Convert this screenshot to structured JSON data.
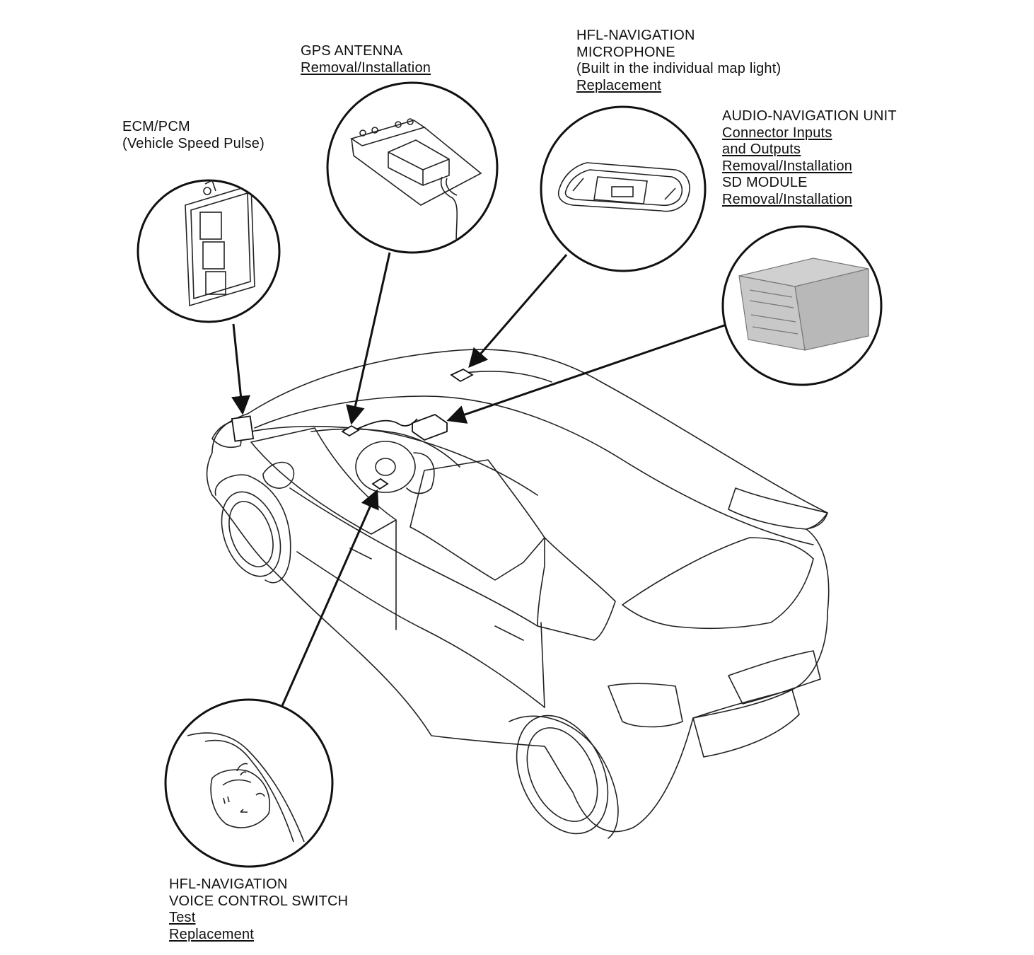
{
  "callouts": {
    "ecm": {
      "lines": [
        "ECM/PCM",
        "(Vehicle Speed Pulse)"
      ]
    },
    "gps": {
      "title": "GPS ANTENNA",
      "links": [
        "Removal/Installation"
      ]
    },
    "mic": {
      "lines": [
        "HFL-NAVIGATION",
        "MICROPHONE",
        "(Built in the individual map light)"
      ],
      "links": [
        "Replacement"
      ]
    },
    "audio": {
      "title": "AUDIO-NAVIGATION UNIT",
      "links_a": [
        "Connector Inputs",
        "and Outputs",
        "Removal/Installation"
      ],
      "title2": "SD MODULE",
      "links_b": [
        "Removal/Installation"
      ]
    },
    "voice": {
      "lines": [
        "HFL-NAVIGATION",
        "VOICE CONTROL SWITCH"
      ],
      "links": [
        "Test",
        "Replacement"
      ]
    }
  },
  "colors": {
    "line": "#111111",
    "drawing": "#222222",
    "unit_fill": "#bdbdbd"
  },
  "icons": [
    "ecm-unit-icon",
    "gps-antenna-icon",
    "map-light-icon",
    "audio-unit-icon",
    "steering-switch-icon",
    "car-outline"
  ]
}
